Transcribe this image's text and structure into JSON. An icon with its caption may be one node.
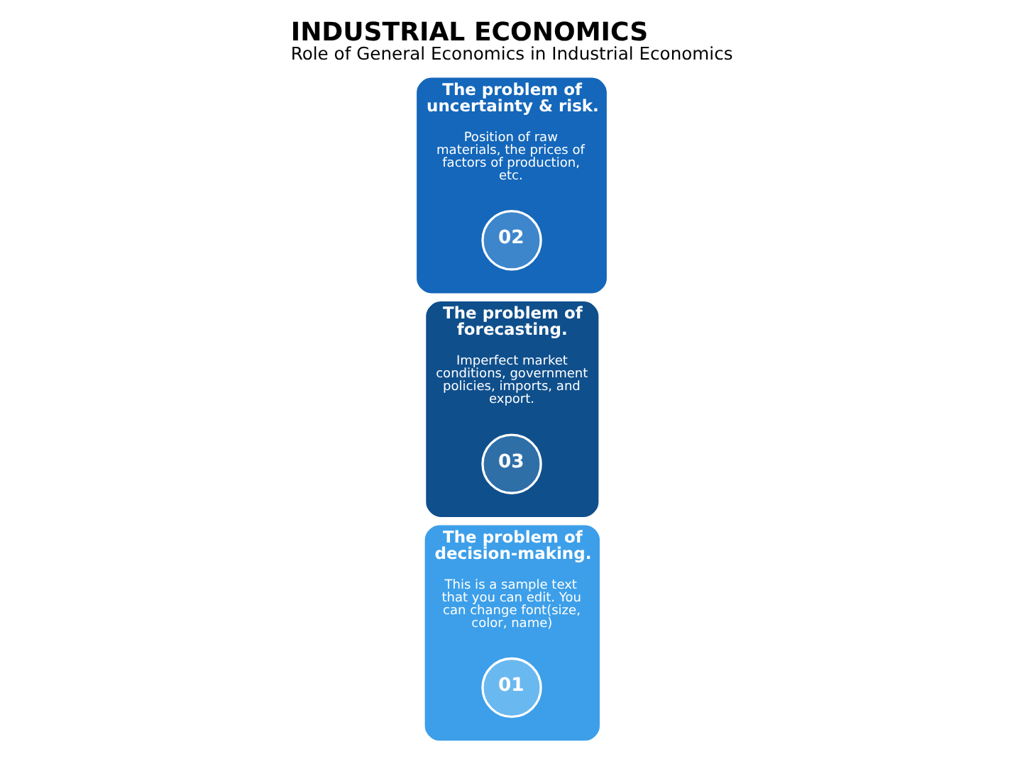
{
  "diagram": {
    "title": "INDUSTRIAL ECONOMICS",
    "caption": "Role of General Economics in Industrial Economics",
    "nodes": [
      {
        "text": [
          "The problem of decision-making.",
          "This is a sample text that you can edit. You can change font(size, color, name)"
        ]
      },
      {
        "text": [
          "01"
        ],
        "in": 0
      },
      {
        "text": [
          "The problem of forecasting.",
          "Imperfect market conditions, government policies, imports, and export."
        ]
      },
      {
        "text": [
          "03"
        ],
        "in": 2
      },
      {
        "text": [
          "The problem of uncertainty & risk.",
          "Position of raw materials, the prices of factors of production, etc."
        ]
      },
      {
        "text": [
          "02"
        ],
        "in": 4
      }
    ],
    "edges": []
  }
}
